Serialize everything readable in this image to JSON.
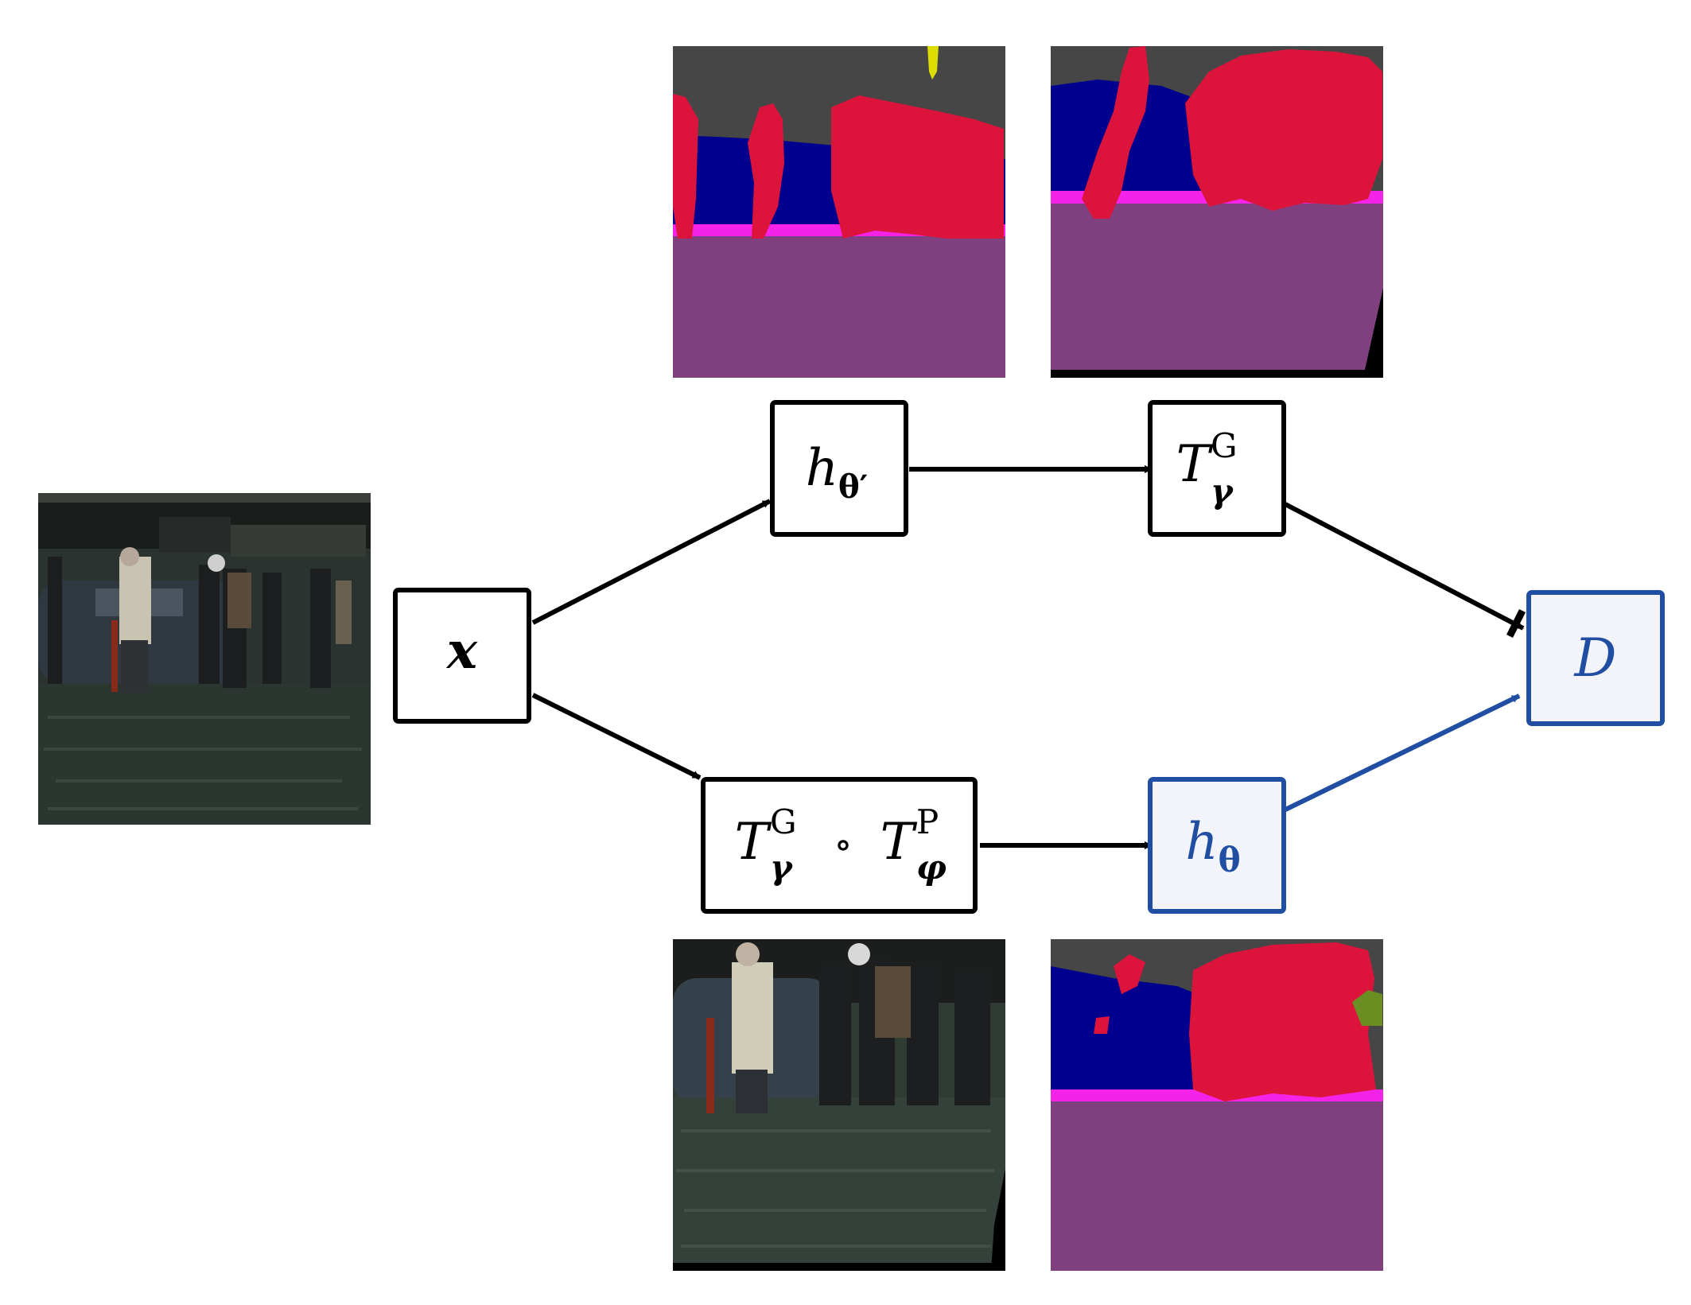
{
  "nodes": {
    "input": {
      "label": "x"
    },
    "teacher_model": {
      "label": "h",
      "subscript": "θ′"
    },
    "teacher_transform": {
      "label": "T",
      "superscript": "G",
      "subscript": "γ"
    },
    "student_transform": {
      "part1": {
        "label": "T",
        "superscript": "G",
        "subscript": "γ"
      },
      "operator": "∘",
      "part2": {
        "label": "T",
        "superscript": "P",
        "subscript": "φ"
      }
    },
    "student_model": {
      "label": "h",
      "subscript": "θ"
    },
    "discrepancy": {
      "label": "D"
    }
  },
  "colors": {
    "black": "#000000",
    "blue": "#1f4ea3",
    "blue_fill": "#f2f4f9",
    "road": "#804080",
    "sky": "#464646",
    "person": "#dc143c",
    "car": "#00008e",
    "sidewalk": "#f423e8",
    "sign": "#dcdc00",
    "vegetation": "#6b8e23"
  },
  "images": {
    "input_image": "street-scene-photo",
    "teacher_seg_raw": "teacher-segmentation-map",
    "teacher_seg_transformed": "teacher-segmentation-map-transformed",
    "student_input_transformed": "transformed-street-photo",
    "student_seg": "student-segmentation-map"
  }
}
